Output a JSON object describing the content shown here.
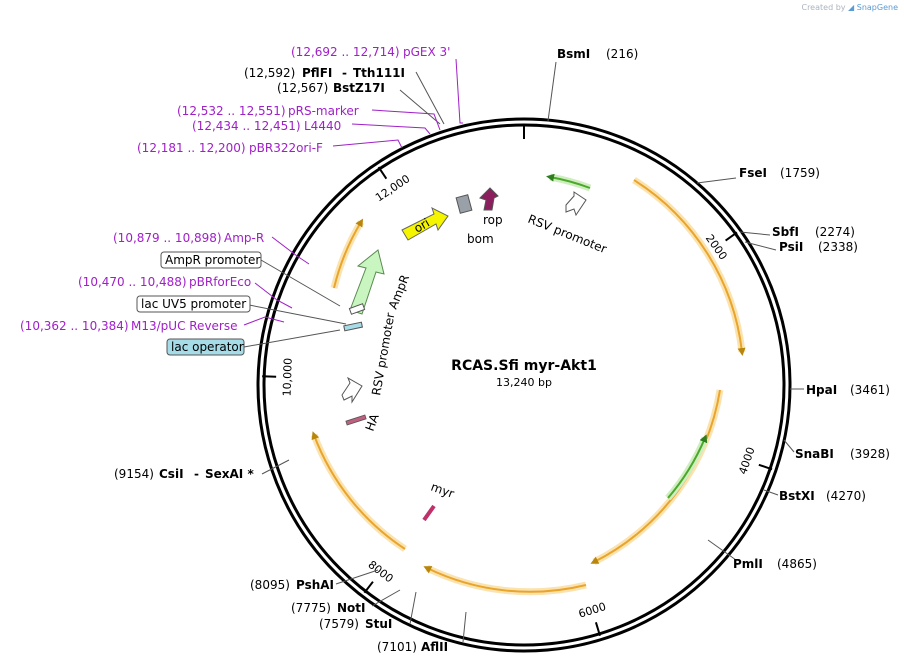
{
  "credit": {
    "created_by": "Created by",
    "brand": "SnapGene"
  },
  "plasmid": {
    "name": "RCAS.Sfi myr-Akt1",
    "size_label": "13,240 bp"
  },
  "ticks": [
    "2000",
    "4000",
    "6000",
    "8000",
    "10,000",
    "12,000"
  ],
  "enzymes": [
    {
      "name": "BsmI",
      "pos": "(216)"
    },
    {
      "name": "FseI",
      "pos": "(1759)"
    },
    {
      "name": "SbfI",
      "pos": "(2274)"
    },
    {
      "name": "PsiI",
      "pos": "(2338)"
    },
    {
      "name": "HpaI",
      "pos": "(3461)"
    },
    {
      "name": "SnaBI",
      "pos": "(3928)"
    },
    {
      "name": "BstXI",
      "pos": "(4270)"
    },
    {
      "name": "PmlI",
      "pos": "(4865)"
    },
    {
      "name": "AflII",
      "pos": "(7101)"
    },
    {
      "name": "StuI",
      "pos": "(7579)"
    },
    {
      "name": "NotI",
      "pos": "(7775)"
    },
    {
      "name": "PshAI",
      "pos": "(8095)"
    },
    {
      "name": "CsiI",
      "name2": "SexAI *",
      "pos": "(9154)"
    },
    {
      "name": "BstZ17I",
      "pos": "(12,567)"
    },
    {
      "name": "PflFI",
      "name2": "Tth111I",
      "pos": "(12,592)"
    }
  ],
  "primers": [
    {
      "name": "pGEX 3'",
      "range": "(12,692 .. 12,714)"
    },
    {
      "name": "pRS-marker",
      "range": "(12,532 .. 12,551)"
    },
    {
      "name": "L4440",
      "range": "(12,434 .. 12,451)"
    },
    {
      "name": "pBR322ori-F",
      "range": "(12,181 .. 12,200)"
    },
    {
      "name": "Amp-R",
      "range": "(10,879 .. 10,898)"
    },
    {
      "name": "pBRforEco",
      "range": "(10,470 .. 10,488)"
    },
    {
      "name": "M13/pUC Reverse",
      "range": "(10,362 .. 10,384)"
    }
  ],
  "boxed_labels": [
    {
      "name": "AmpR promoter"
    },
    {
      "name": "lac UV5 promoter"
    },
    {
      "name": "lac operator"
    }
  ],
  "features": {
    "rsv_top": "RSV promoter",
    "rsv_left": "RSV promoter",
    "ori": "ori",
    "rop": "rop",
    "bom": "bom",
    "ampr": "AmpR",
    "ha": "HA",
    "myr": "myr"
  },
  "colors": {
    "orf_arc": "#f0a830",
    "orf_glow": "#fbe3b0",
    "green_feature": "#5fb838",
    "primer": "#a020c8",
    "ori": "#f5f500",
    "rop": "#8b1e5c",
    "bom": "#9aa0a8",
    "ampr": "#c8f5c0",
    "lac_operator": "#a6dbe8",
    "ha": "#c06080",
    "myr": "#c0306a"
  }
}
